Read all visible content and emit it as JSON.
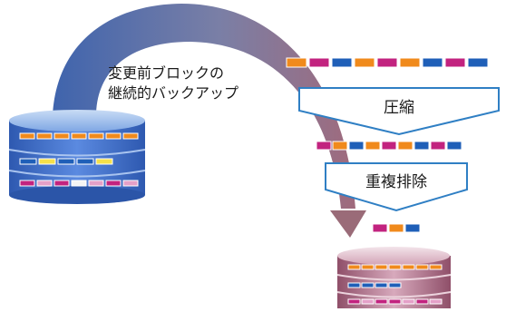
{
  "caption": {
    "line1": "変更前ブロックの",
    "line2": "継続的バックアップ"
  },
  "steps": {
    "compress": "圧縮",
    "dedup": "重複排除"
  },
  "colors": {
    "arc_left": "#4a6fb3",
    "arc_right": "#9a6b78",
    "source_db": "#3b68c4",
    "target_db": "#c48aa0",
    "block_orange": "#f08a1c",
    "block_magenta": "#c2237f",
    "block_blue": "#1f5fb8",
    "block_yellow": "#f5e04a",
    "block_white": "#f4f4f4",
    "block_pink": "#e4a0c8",
    "panel_border": "#2f7fc4"
  },
  "rows": {
    "input": [
      "orange",
      "magenta",
      "blue",
      "orange",
      "magenta",
      "orange",
      "blue",
      "magenta",
      "blue"
    ],
    "compressed": [
      "magenta",
      "orange",
      "blue",
      "orange",
      "magenta",
      "orange",
      "blue",
      "magenta",
      "blue"
    ],
    "deduped": [
      "magenta",
      "orange",
      "blue"
    ]
  }
}
